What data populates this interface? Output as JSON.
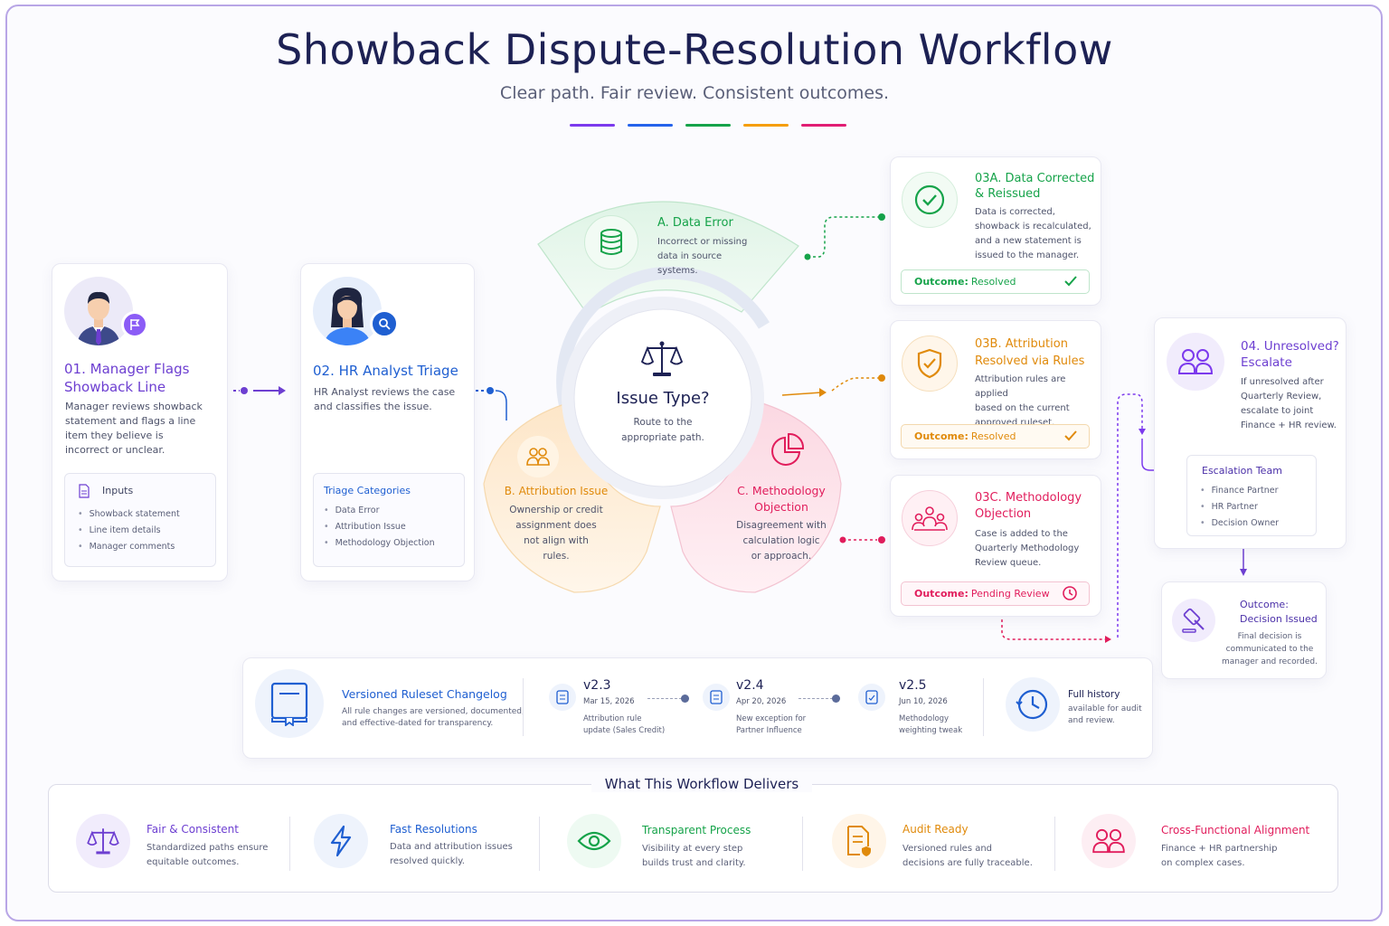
{
  "header": {
    "title": "Showback Dispute-Resolution Workflow",
    "subtitle": "Clear path. Fair review. Consistent outcomes.",
    "accent_colors": [
      "#7c3aed",
      "#2563eb",
      "#16a34a",
      "#f59e0b",
      "#e11d74"
    ]
  },
  "step1": {
    "title_line1": "01. Manager Flags",
    "title_line2": "Showback Line",
    "description": "Manager reviews showback statement and flags a line item they believe is incorrect or unclear.",
    "inputs_title": "Inputs",
    "inputs": [
      "Showback statement",
      "Line item details",
      "Manager comments"
    ],
    "icon": "flag-icon",
    "color": "#6d3fd1"
  },
  "step2": {
    "title": "02. HR Analyst Triage",
    "description": "HR Analyst reviews the case and classifies the issue.",
    "categories_title": "Triage Categories",
    "categories": [
      "Data Error",
      "Attribution Issue",
      "Methodology Objection"
    ],
    "icon": "search-icon",
    "color": "#1f5fd1"
  },
  "hub": {
    "title": "Issue Type?",
    "description_line1": "Route to the",
    "description_line2": "appropriate path.",
    "icon": "scales-icon"
  },
  "branch_a": {
    "title": "A. Data Error",
    "lines": [
      "Incorrect or missing",
      "data in source",
      "systems."
    ],
    "icon": "database-icon",
    "color": "#16a34a"
  },
  "branch_b": {
    "title": "B. Attribution Issue",
    "lines": [
      "Ownership or credit",
      "assignment does",
      "not align with",
      "rules."
    ],
    "icon": "users-icon",
    "color": "#e08a0b"
  },
  "branch_c": {
    "title_line1": "C. Methodology",
    "title_line2": "Objection",
    "lines": [
      "Disagreement with",
      "calculation logic",
      "or approach."
    ],
    "icon": "pie-chart-icon",
    "color": "#e11d5c"
  },
  "outcome_a": {
    "title_line1": "03A. Data Corrected",
    "title_line2": "& Reissued",
    "lines": [
      "Data is corrected,",
      "showback is recalculated,",
      "and a new statement is",
      "issued to the manager."
    ],
    "outcome_label": "Outcome:",
    "outcome_value": "Resolved",
    "icon": "check-circle-icon"
  },
  "outcome_b": {
    "title_line1": "03B. Attribution",
    "title_line2": "Resolved via Rules",
    "lines": [
      "Attribution rules are applied",
      "based on the current",
      "approved ruleset."
    ],
    "outcome_label": "Outcome:",
    "outcome_value": "Resolved",
    "icon": "shield-check-icon"
  },
  "outcome_c": {
    "title_line1": "03C. Methodology",
    "title_line2": "Objection",
    "lines": [
      "Case is added to the",
      "Quarterly Methodology",
      "Review queue."
    ],
    "outcome_label": "Outcome:",
    "outcome_value": "Pending Review",
    "icon": "group-icon"
  },
  "step4": {
    "title_line1": "04. Unresolved?",
    "title_line2": "Escalate",
    "lines": [
      "If unresolved after",
      "Quarterly Review,",
      "escalate to joint",
      "Finance + HR review."
    ],
    "team_title": "Escalation Team",
    "team": [
      "Finance Partner",
      "HR Partner",
      "Decision Owner"
    ],
    "icon": "users-icon"
  },
  "final": {
    "title_line1": "Outcome:",
    "title_line2": "Decision Issued",
    "lines": [
      "Final decision is",
      "communicated to the",
      "manager and recorded."
    ],
    "icon": "gavel-icon"
  },
  "changelog": {
    "title": "Versioned Ruleset Changelog",
    "lines": [
      "All rule changes are versioned, documented,",
      "and effective-dated for transparency."
    ],
    "versions": [
      {
        "version": "v2.3",
        "date": "Mar 15, 2026",
        "note_line1": "Attribution rule",
        "note_line2": "update (Sales Credit)"
      },
      {
        "version": "v2.4",
        "date": "Apr 20, 2026",
        "note_line1": "New exception for",
        "note_line2": "Partner Influence"
      },
      {
        "version": "v2.5",
        "date": "Jun 10, 2026",
        "note_line1": "Methodology",
        "note_line2": "weighting tweak"
      }
    ],
    "history_title": "Full history",
    "history_lines": [
      "available for audit",
      "and review."
    ],
    "icon": "book-icon"
  },
  "benefits": {
    "title": "What This Workflow Delivers",
    "items": [
      {
        "title": "Fair & Consistent",
        "line1": "Standardized paths ensure",
        "line2": "equitable outcomes.",
        "icon": "scales-icon",
        "color": "#6d3fd1"
      },
      {
        "title": "Fast Resolutions",
        "line1": "Data and attribution issues",
        "line2": "resolved quickly.",
        "icon": "lightning-icon",
        "color": "#1f5fd1"
      },
      {
        "title": "Transparent Process",
        "line1": "Visibility at every step",
        "line2": "builds trust and clarity.",
        "icon": "eye-icon",
        "color": "#16a34a"
      },
      {
        "title": "Audit Ready",
        "line1": "Versioned rules and",
        "line2": "decisions are fully traceable.",
        "icon": "document-check-icon",
        "color": "#e08a0b"
      },
      {
        "title": "Cross-Functional Alignment",
        "line1": "Finance + HR partnership",
        "line2": "on complex cases.",
        "icon": "people-icon",
        "color": "#e11d5c"
      }
    ]
  }
}
